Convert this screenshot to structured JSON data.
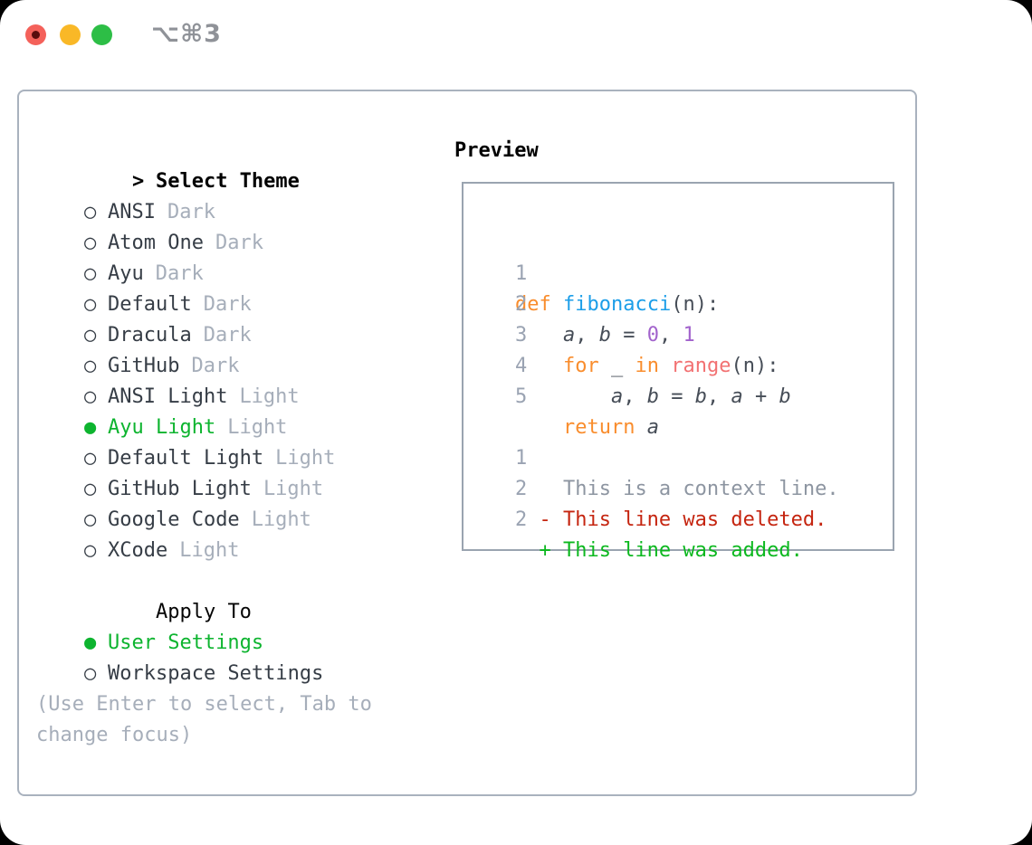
{
  "window": {
    "title": "⌥⌘3",
    "traffic_lights": [
      {
        "name": "close",
        "color": "#f4615a",
        "dot_color": "#5a0d0d"
      },
      {
        "name": "minimize",
        "color": "#f9b827",
        "dot_color": null
      },
      {
        "name": "maximize",
        "color": "#2dbe46",
        "dot_color": null
      }
    ]
  },
  "theme_panel": {
    "markers": {
      "selected": "●",
      "unselected": "○",
      "header": ">"
    },
    "header": {
      "label": "Select Theme"
    },
    "themes": [
      {
        "name": "ANSI",
        "variant": "Dark",
        "selected": false
      },
      {
        "name": "Atom One",
        "variant": "Dark",
        "selected": false
      },
      {
        "name": "Ayu",
        "variant": "Dark",
        "selected": false
      },
      {
        "name": "Default",
        "variant": "Dark",
        "selected": false
      },
      {
        "name": "Dracula",
        "variant": "Dark",
        "selected": false
      },
      {
        "name": "GitHub",
        "variant": "Dark",
        "selected": false
      },
      {
        "name": "ANSI Light",
        "variant": "Light",
        "selected": false
      },
      {
        "name": "Ayu Light",
        "variant": "Light",
        "selected": true
      },
      {
        "name": "Default Light",
        "variant": "Light",
        "selected": false
      },
      {
        "name": "GitHub Light",
        "variant": "Light",
        "selected": false
      },
      {
        "name": "Google Code",
        "variant": "Light",
        "selected": false
      },
      {
        "name": "XCode",
        "variant": "Light",
        "selected": false
      }
    ],
    "apply_to": {
      "label": "Apply To",
      "options": [
        {
          "name": "User Settings",
          "selected": true
        },
        {
          "name": "Workspace Settings",
          "selected": false
        }
      ]
    },
    "hint": "(Use Enter to select, Tab to change focus)",
    "selection_color": "#0db42f"
  },
  "preview": {
    "label": "Preview",
    "palette": {
      "keyword": "#f98d2d",
      "function": "#1c9ee8",
      "constant": "#a263cc",
      "special": "#f27172",
      "code_fg": "#464d57",
      "linenum": "#9aa3b2",
      "context": "#8d95a1",
      "deleted": "#c52510",
      "added": "#0cb81f"
    },
    "lines": [
      {
        "num": "1",
        "tokens": [
          {
            "t": "  "
          },
          {
            "t": "def",
            "c": "keyword"
          },
          {
            "t": " "
          },
          {
            "t": "fibonacci",
            "c": "function"
          },
          {
            "t": "(n):"
          }
        ]
      },
      {
        "num": "2",
        "tokens": [
          {
            "t": "      "
          },
          {
            "t": "a",
            "i": true
          },
          {
            "t": ", "
          },
          {
            "t": "b",
            "i": true
          },
          {
            "t": " = "
          },
          {
            "t": "0",
            "c": "constant"
          },
          {
            "t": ", "
          },
          {
            "t": "1",
            "c": "constant"
          }
        ]
      },
      {
        "num": "3",
        "tokens": [
          {
            "t": "      "
          },
          {
            "t": "for",
            "c": "keyword"
          },
          {
            "t": " _ "
          },
          {
            "t": "in",
            "c": "keyword"
          },
          {
            "t": " "
          },
          {
            "t": "range",
            "c": "special"
          },
          {
            "t": "(n):"
          }
        ]
      },
      {
        "num": "4",
        "tokens": [
          {
            "t": "          "
          },
          {
            "t": "a",
            "i": true
          },
          {
            "t": ", "
          },
          {
            "t": "b",
            "i": true
          },
          {
            "t": " = "
          },
          {
            "t": "b",
            "i": true
          },
          {
            "t": ", "
          },
          {
            "t": "a",
            "i": true
          },
          {
            "t": " + "
          },
          {
            "t": "b",
            "i": true
          }
        ]
      },
      {
        "num": "5",
        "tokens": [
          {
            "t": "      "
          },
          {
            "t": "return",
            "c": "keyword"
          },
          {
            "t": " "
          },
          {
            "t": "a",
            "i": true
          }
        ]
      },
      {
        "num": "",
        "tokens": []
      },
      {
        "num": "1",
        "tokens": [
          {
            "t": "      This is a context line.",
            "c": "context"
          }
        ]
      },
      {
        "num": "2",
        "tokens": [
          {
            "t": "    - This line was deleted.",
            "c": "deleted"
          }
        ]
      },
      {
        "num": "2",
        "tokens": [
          {
            "t": "    + This line was added.",
            "c": "added"
          }
        ]
      }
    ]
  }
}
